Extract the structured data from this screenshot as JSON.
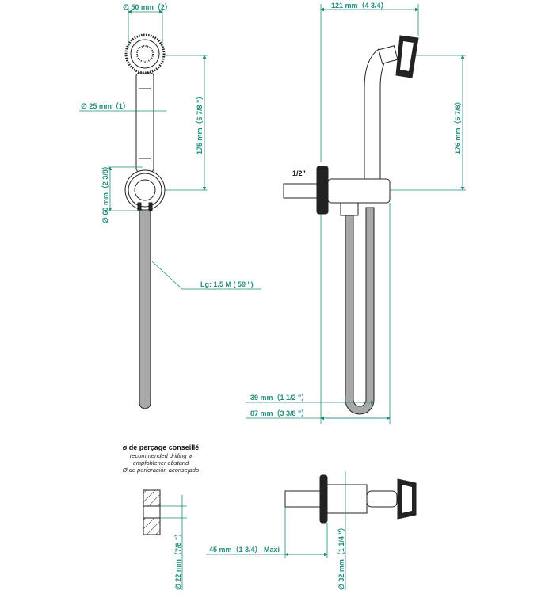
{
  "dimensions": {
    "head_diameter": "∅ 50 mm（2）",
    "handle_diameter": "∅ 25 mm（1）",
    "handle_length": "175 mm（6 7/8 \"）",
    "bracket_diameter": "∅ 60 mm（2 3/8）",
    "hose_length": "Lg: 1,5 M ( 59 \")",
    "total_projection": "121 mm（4 3/4）",
    "side_height": "176 mm（6 7/8）",
    "thread": "1/2\"",
    "hose_loop_width": "39 mm（1 1/2 \"）",
    "base_width": "87 mm（3 3/8 \"）",
    "drilling_diameter": "∅ 22 mm（7/8 \"）",
    "pipe_length": "45 mm（1 3/4） Maxi",
    "flange_diameter": "∅ 32 mm（1 1/4 \"）"
  },
  "drilling_note": {
    "title": "ø de perçage conseillé",
    "en": "recommended drilling ø",
    "de": "empfohlener abstand",
    "es": "Ø de perforación aconsejado"
  },
  "colors": {
    "dimension": "#1f8c7c"
  }
}
